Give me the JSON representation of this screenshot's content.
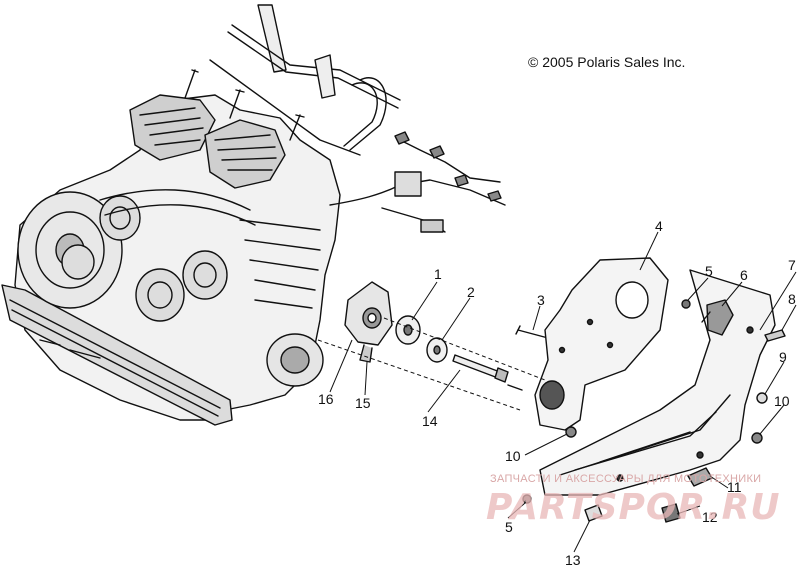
{
  "copyright": "© 2005 Polaris Sales Inc.",
  "watermark": {
    "subtitle": "ЗАПЧАСТИ И АКСЕССУАРЫ ДЛЯ МОТОТЕХНИКИ",
    "brand": "PARTSPOR.RU"
  },
  "callouts": {
    "c1": "1",
    "c2": "2",
    "c3": "3",
    "c4": "4",
    "c5a": "5",
    "c5b": "5",
    "c6": "6",
    "c7": "7",
    "c8": "8",
    "c9": "9",
    "c10a": "10",
    "c10b": "10",
    "c11": "11",
    "c12": "12",
    "c13": "13",
    "c14": "14",
    "c15": "15",
    "c16": "16"
  }
}
